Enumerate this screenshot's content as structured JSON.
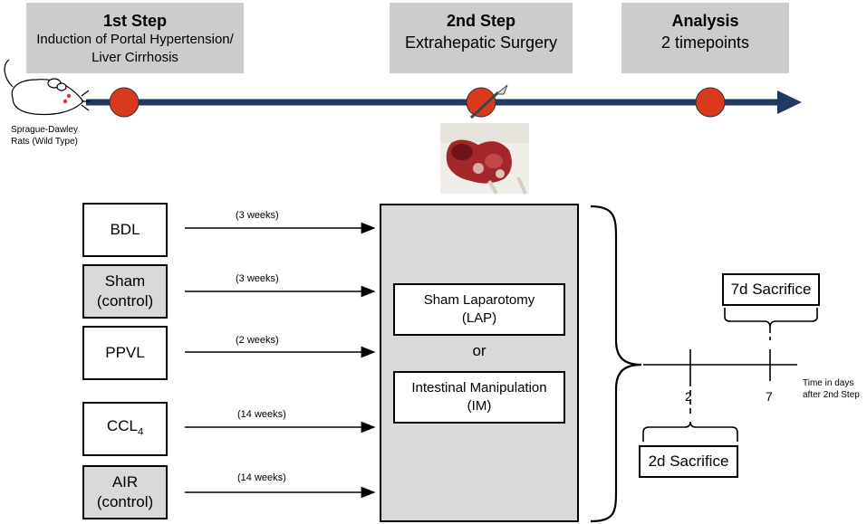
{
  "steps": [
    {
      "title": "1st Step",
      "line1": "Induction of Portal Hypertension/",
      "line2": "Liver Cirrhosis"
    },
    {
      "title": "2nd Step",
      "line1": "Extrahepatic Surgery"
    },
    {
      "title": "Analysis",
      "line1": "2 timepoints"
    }
  ],
  "rat_label": {
    "line1": "Sprague-Dawley",
    "line2": "Rats (Wild Type)"
  },
  "models": [
    {
      "name": "BDL",
      "duration": "(3 weeks)",
      "control": false
    },
    {
      "name": "Sham",
      "name2": "(control)",
      "duration": "(3 weeks)",
      "control": true
    },
    {
      "name": "PPVL",
      "duration": "(2 weeks)",
      "control": false
    },
    {
      "name": "CCL",
      "sub": "4",
      "duration": "(14 weeks)",
      "control": false
    },
    {
      "name": "AIR",
      "name2": "(control)",
      "duration": "(14 weeks)",
      "control": true
    }
  ],
  "surgery": {
    "lap_line1": "Sham Laparotomy",
    "lap_line2": "(LAP)",
    "or": "or",
    "im_line1": "Intestinal Manipulation",
    "im_line2": "(IM)"
  },
  "timeline": {
    "tick1": "2",
    "tick2": "7",
    "axis_line1": "Time in days",
    "axis_line2": "after 2nd Step",
    "sac_2d": "2d Sacrifice",
    "sac_7d": "7d Sacrifice"
  },
  "colors": {
    "arrow": "#1f3864",
    "marker": "#d9391c",
    "grey_box": "#d9d9d9",
    "step_box": "#cccccc"
  }
}
